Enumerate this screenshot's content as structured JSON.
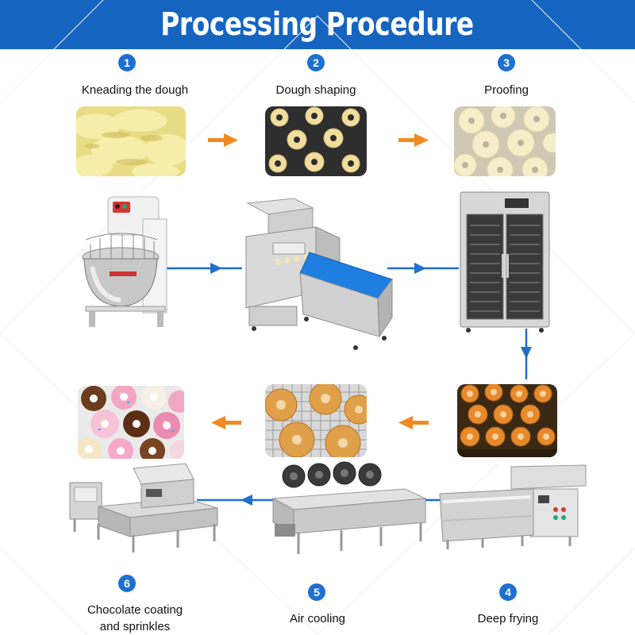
{
  "title": "Processing Procedure",
  "steps": [
    {
      "number": "1",
      "label": "Kneading the dough"
    },
    {
      "number": "2",
      "label": "Dough shaping"
    },
    {
      "number": "3",
      "label": "Proofing"
    },
    {
      "number": "4",
      "label": "Deep frying"
    },
    {
      "number": "5",
      "label": "Air cooling"
    },
    {
      "number": "6",
      "label_line1": "Chocolate coating",
      "label_line2": "and sprinkles"
    }
  ],
  "colors": {
    "header": "#1565c0",
    "badge": "#1e6fd0",
    "flow_arrow": "#1e6fd0",
    "photo_arrow": "#f08a24"
  }
}
